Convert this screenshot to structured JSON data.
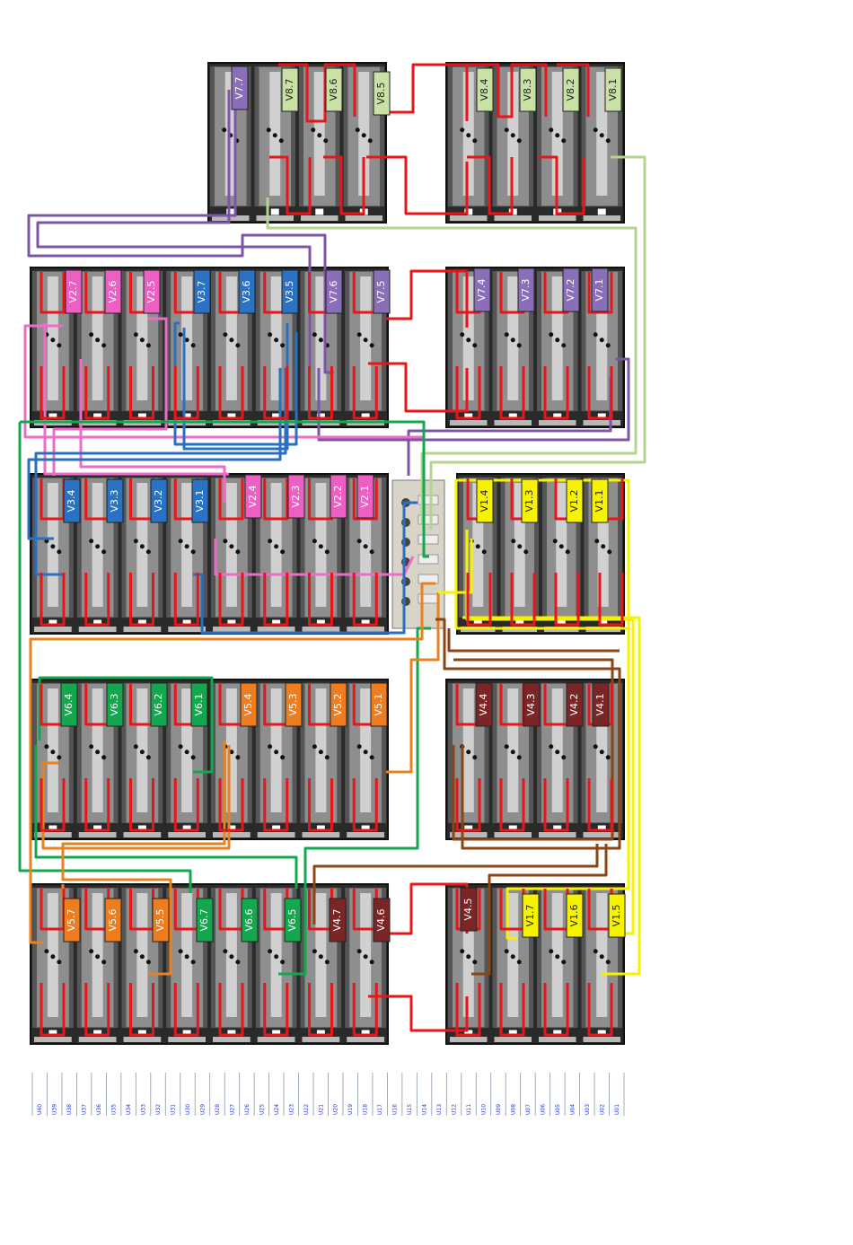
{
  "colors": {
    "red": "#e8151a",
    "purple": "#7d55a6",
    "light_green": "#b4d490",
    "pink": "#ee6cc8",
    "blue": "#2a6fc0",
    "green": "#14a84e",
    "orange": "#e8821e",
    "brown": "#8b4513",
    "yellow": "#f7f200",
    "dark_red": "#7a2020"
  },
  "tags": [
    {
      "label": "V7.7",
      "fill": "#8a6fb8",
      "color": "#ffffff"
    },
    {
      "label": "V8.7",
      "fill": "#c9e0a6",
      "color": "#222222"
    },
    {
      "label": "V8.6",
      "fill": "#c9e0a6",
      "color": "#222222"
    },
    {
      "label": "V8.5",
      "fill": "#c9e0a6",
      "color": "#222222"
    },
    {
      "label": "V8.4",
      "fill": "#c9e0a6",
      "color": "#222222"
    },
    {
      "label": "V8.3",
      "fill": "#c9e0a6",
      "color": "#222222"
    },
    {
      "label": "V8.2",
      "fill": "#c9e0a6",
      "color": "#222222"
    },
    {
      "label": "V8.1",
      "fill": "#c9e0a6",
      "color": "#222222"
    },
    {
      "label": "V2.7",
      "fill": "#ee5fc4",
      "color": "#ffffff"
    },
    {
      "label": "V2.6",
      "fill": "#ee5fc4",
      "color": "#ffffff"
    },
    {
      "label": "V2.5",
      "fill": "#ee5fc4",
      "color": "#ffffff"
    },
    {
      "label": "V3.7",
      "fill": "#2a73c4",
      "color": "#ffffff"
    },
    {
      "label": "V3.6",
      "fill": "#2a73c4",
      "color": "#ffffff"
    },
    {
      "label": "V3.5",
      "fill": "#2a73c4",
      "color": "#ffffff"
    },
    {
      "label": "V7.6",
      "fill": "#8a6fb8",
      "color": "#ffffff"
    },
    {
      "label": "V7.5",
      "fill": "#8a6fb8",
      "color": "#ffffff"
    },
    {
      "label": "V7.4",
      "fill": "#8a6fb8",
      "color": "#ffffff"
    },
    {
      "label": "V7.3",
      "fill": "#8a6fb8",
      "color": "#ffffff"
    },
    {
      "label": "V7.2",
      "fill": "#8a6fb8",
      "color": "#ffffff"
    },
    {
      "label": "V7.1",
      "fill": "#8a6fb8",
      "color": "#ffffff"
    },
    {
      "label": "V3.4",
      "fill": "#2a73c4",
      "color": "#ffffff"
    },
    {
      "label": "V3.3",
      "fill": "#2a73c4",
      "color": "#ffffff"
    },
    {
      "label": "V3.2",
      "fill": "#2a73c4",
      "color": "#ffffff"
    },
    {
      "label": "V3.1",
      "fill": "#2a73c4",
      "color": "#ffffff"
    },
    {
      "label": "V2.4",
      "fill": "#ee5fc4",
      "color": "#ffffff"
    },
    {
      "label": "V2.3",
      "fill": "#ee5fc4",
      "color": "#ffffff"
    },
    {
      "label": "V2.2",
      "fill": "#ee5fc4",
      "color": "#ffffff"
    },
    {
      "label": "V2.1",
      "fill": "#ee5fc4",
      "color": "#ffffff"
    },
    {
      "label": "V1.4",
      "fill": "#f7f200",
      "color": "#222222"
    },
    {
      "label": "V1.3",
      "fill": "#f7f200",
      "color": "#222222"
    },
    {
      "label": "V1.2",
      "fill": "#f7f200",
      "color": "#222222"
    },
    {
      "label": "V1.1",
      "fill": "#f7f200",
      "color": "#222222"
    },
    {
      "label": "V6.4",
      "fill": "#14a84e",
      "color": "#ffffff"
    },
    {
      "label": "V6.3",
      "fill": "#14a84e",
      "color": "#ffffff"
    },
    {
      "label": "V6.2",
      "fill": "#14a84e",
      "color": "#ffffff"
    },
    {
      "label": "V6.1",
      "fill": "#14a84e",
      "color": "#ffffff"
    },
    {
      "label": "V5.4",
      "fill": "#ee7d20",
      "color": "#ffffff"
    },
    {
      "label": "V5.3",
      "fill": "#ee7d20",
      "color": "#ffffff"
    },
    {
      "label": "V5.2",
      "fill": "#ee7d20",
      "color": "#ffffff"
    },
    {
      "label": "V5.1",
      "fill": "#ee7d20",
      "color": "#ffffff"
    },
    {
      "label": "V4.4",
      "fill": "#7a2626",
      "color": "#ffffff"
    },
    {
      "label": "V4.3",
      "fill": "#7a2626",
      "color": "#ffffff"
    },
    {
      "label": "V4.2",
      "fill": "#7a2626",
      "color": "#ffffff"
    },
    {
      "label": "V4.1",
      "fill": "#7a2626",
      "color": "#ffffff"
    },
    {
      "label": "V5.7",
      "fill": "#ee7d20",
      "color": "#ffffff"
    },
    {
      "label": "V5.6",
      "fill": "#ee7d20",
      "color": "#ffffff"
    },
    {
      "label": "V5.5",
      "fill": "#ee7d20",
      "color": "#ffffff"
    },
    {
      "label": "V6.7",
      "fill": "#14a84e",
      "color": "#ffffff"
    },
    {
      "label": "V6.6",
      "fill": "#14a84e",
      "color": "#ffffff"
    },
    {
      "label": "V6.5",
      "fill": "#14a84e",
      "color": "#ffffff"
    },
    {
      "label": "V4.7",
      "fill": "#7a2626",
      "color": "#ffffff"
    },
    {
      "label": "V4.6",
      "fill": "#7a2626",
      "color": "#ffffff"
    },
    {
      "label": "V4.5",
      "fill": "#7a2626",
      "color": "#ffffff"
    },
    {
      "label": "V1.7",
      "fill": "#f7f200",
      "color": "#222222"
    },
    {
      "label": "V1.6",
      "fill": "#f7f200",
      "color": "#222222"
    },
    {
      "label": "V1.5",
      "fill": "#f7f200",
      "color": "#222222"
    }
  ],
  "ruler": {
    "labels": [
      "U40",
      "U39",
      "U38",
      "U37",
      "U36",
      "U35",
      "U34",
      "U33",
      "U32",
      "U31",
      "U30",
      "U29",
      "U28",
      "U27",
      "U26",
      "U25",
      "U24",
      "U23",
      "U22",
      "U21",
      "U20",
      "U19",
      "U18",
      "U17",
      "U16",
      "U15",
      "U14",
      "U13",
      "U12",
      "U11",
      "U10",
      "U09",
      "U08",
      "U07",
      "U06",
      "U05",
      "U04",
      "U03",
      "U02",
      "U01"
    ]
  }
}
